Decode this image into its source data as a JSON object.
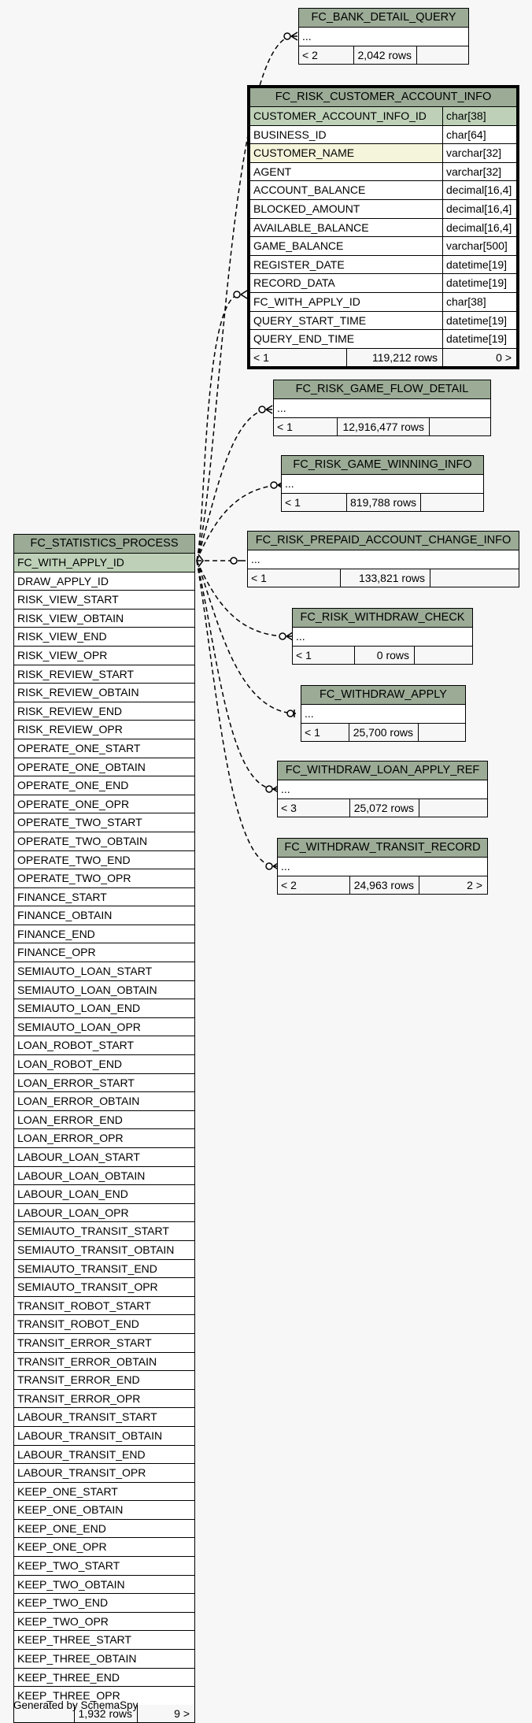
{
  "generated_by": "Generated by SchemaSpy",
  "main": {
    "name": "FC_STATISTICS_PROCESS",
    "columns": [
      "FC_WITH_APPLY_ID",
      "DRAW_APPLY_ID",
      "RISK_VIEW_START",
      "RISK_VIEW_OBTAIN",
      "RISK_VIEW_END",
      "RISK_VIEW_OPR",
      "RISK_REVIEW_START",
      "RISK_REVIEW_OBTAIN",
      "RISK_REVIEW_END",
      "RISK_REVIEW_OPR",
      "OPERATE_ONE_START",
      "OPERATE_ONE_OBTAIN",
      "OPERATE_ONE_END",
      "OPERATE_ONE_OPR",
      "OPERATE_TWO_START",
      "OPERATE_TWO_OBTAIN",
      "OPERATE_TWO_END",
      "OPERATE_TWO_OPR",
      "FINANCE_START",
      "FINANCE_OBTAIN",
      "FINANCE_END",
      "FINANCE_OPR",
      "SEMIAUTO_LOAN_START",
      "SEMIAUTO_LOAN_OBTAIN",
      "SEMIAUTO_LOAN_END",
      "SEMIAUTO_LOAN_OPR",
      "LOAN_ROBOT_START",
      "LOAN_ROBOT_END",
      "LOAN_ERROR_START",
      "LOAN_ERROR_OBTAIN",
      "LOAN_ERROR_END",
      "LOAN_ERROR_OPR",
      "LABOUR_LOAN_START",
      "LABOUR_LOAN_OBTAIN",
      "LABOUR_LOAN_END",
      "LABOUR_LOAN_OPR",
      "SEMIAUTO_TRANSIT_START",
      "SEMIAUTO_TRANSIT_OBTAIN",
      "SEMIAUTO_TRANSIT_END",
      "SEMIAUTO_TRANSIT_OPR",
      "TRANSIT_ROBOT_START",
      "TRANSIT_ROBOT_END",
      "TRANSIT_ERROR_START",
      "TRANSIT_ERROR_OBTAIN",
      "TRANSIT_ERROR_END",
      "TRANSIT_ERROR_OPR",
      "LABOUR_TRANSIT_START",
      "LABOUR_TRANSIT_OBTAIN",
      "LABOUR_TRANSIT_END",
      "LABOUR_TRANSIT_OPR",
      "KEEP_ONE_START",
      "KEEP_ONE_OBTAIN",
      "KEEP_ONE_END",
      "KEEP_ONE_OPR",
      "KEEP_TWO_START",
      "KEEP_TWO_OBTAIN",
      "KEEP_TWO_END",
      "KEEP_TWO_OPR",
      "KEEP_THREE_START",
      "KEEP_THREE_OBTAIN",
      "KEEP_THREE_END",
      "KEEP_THREE_OPR"
    ],
    "footer": {
      "left": "",
      "rows": "1,932 rows",
      "right": "9 >"
    }
  },
  "focus": {
    "name": "FC_RISK_CUSTOMER_ACCOUNT_INFO",
    "columns": [
      {
        "name": "CUSTOMER_ACCOUNT_INFO_ID",
        "type": "char[38]"
      },
      {
        "name": "BUSINESS_ID",
        "type": "char[64]"
      },
      {
        "name": "CUSTOMER_NAME",
        "type": "varchar[32]"
      },
      {
        "name": "AGENT",
        "type": "varchar[32]"
      },
      {
        "name": "ACCOUNT_BALANCE",
        "type": "decimal[16,4]"
      },
      {
        "name": "BLOCKED_AMOUNT",
        "type": "decimal[16,4]"
      },
      {
        "name": "AVAILABLE_BALANCE",
        "type": "decimal[16,4]"
      },
      {
        "name": "GAME_BALANCE",
        "type": "varchar[500]"
      },
      {
        "name": "REGISTER_DATE",
        "type": "datetime[19]"
      },
      {
        "name": "RECORD_DATA",
        "type": "datetime[19]"
      },
      {
        "name": "FC_WITH_APPLY_ID",
        "type": "char[38]"
      },
      {
        "name": "QUERY_START_TIME",
        "type": "datetime[19]"
      },
      {
        "name": "QUERY_END_TIME",
        "type": "datetime[19]"
      }
    ],
    "footer": {
      "left": "< 1",
      "rows": "119,212 rows",
      "right": "0 >"
    }
  },
  "related": [
    {
      "name": "FC_BANK_DETAIL_QUERY",
      "column": "...",
      "footer": {
        "left": "< 2",
        "rows": "2,042 rows",
        "right": ""
      }
    },
    {
      "name": "FC_RISK_GAME_FLOW_DETAIL",
      "column": "...",
      "footer": {
        "left": "< 1",
        "rows": "12,916,477 rows",
        "right": ""
      }
    },
    {
      "name": "FC_RISK_GAME_WINNING_INFO",
      "column": "...",
      "footer": {
        "left": "< 1",
        "rows": "819,788 rows",
        "right": ""
      }
    },
    {
      "name": "FC_RISK_PREPAID_ACCOUNT_CHANGE_INFO",
      "column": "...",
      "footer": {
        "left": "< 1",
        "rows": "133,821 rows",
        "right": ""
      }
    },
    {
      "name": "FC_RISK_WITHDRAW_CHECK",
      "column": "...",
      "footer": {
        "left": "< 1",
        "rows": "0 rows",
        "right": ""
      }
    },
    {
      "name": "FC_WITHDRAW_APPLY",
      "column": "...",
      "footer": {
        "left": "< 1",
        "rows": "25,700 rows",
        "right": ""
      }
    },
    {
      "name": "FC_WITHDRAW_LOAN_APPLY_REF",
      "column": "...",
      "footer": {
        "left": "< 3",
        "rows": "25,072 rows",
        "right": ""
      }
    },
    {
      "name": "FC_WITHDRAW_TRANSIT_RECORD",
      "column": "...",
      "footer": {
        "left": "< 2",
        "rows": "24,963 rows",
        "right": "2 >"
      }
    }
  ]
}
